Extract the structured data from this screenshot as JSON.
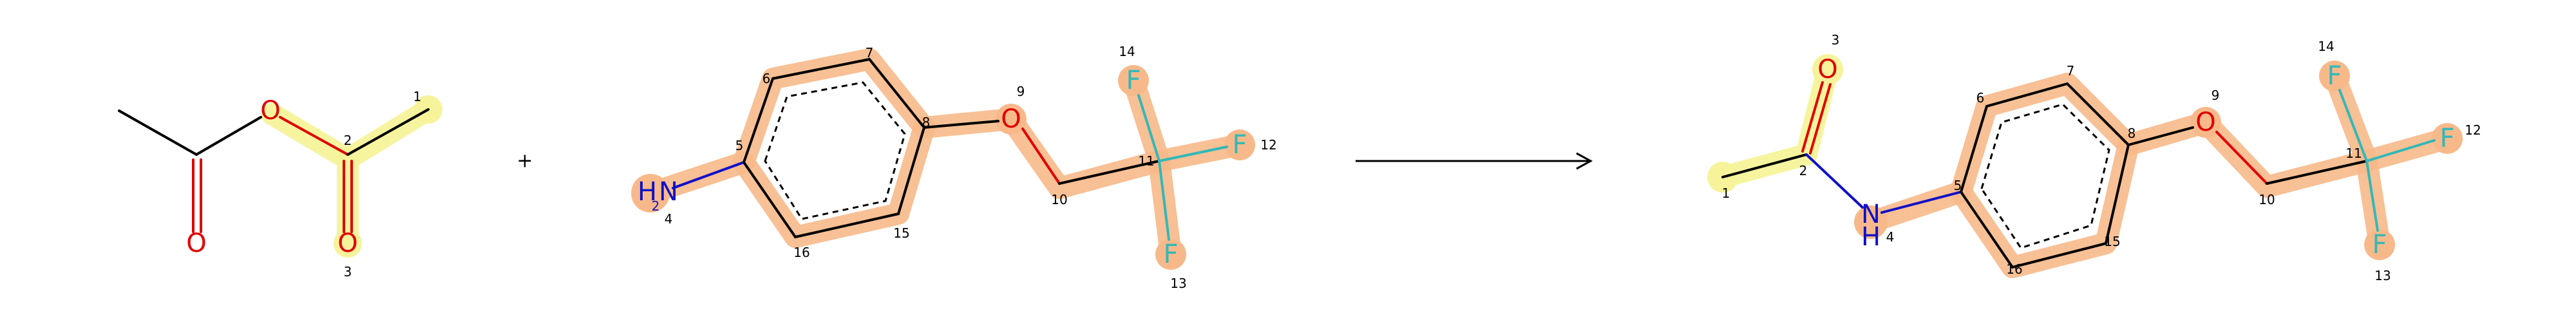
{
  "atoms": {
    "O": "O",
    "F": "F",
    "H": "H",
    "N": "N",
    "H2N_sub": "2"
  },
  "reactant1": {
    "indices": {
      "c1": "1",
      "c2": "2",
      "o3": "3"
    }
  },
  "plus_sign": "+",
  "reactant2": {
    "indices": {
      "n4": "4",
      "c5": "5",
      "c6": "6",
      "c7": "7",
      "c8": "8",
      "o9": "9",
      "c10": "10",
      "c11": "11",
      "f12": "12",
      "f13": "13",
      "f14": "14",
      "c15": "15",
      "c16": "16"
    }
  },
  "product": {
    "indices": {
      "c1": "1",
      "c2": "2",
      "o3": "3",
      "n4": "4",
      "c5": "5",
      "c6": "6",
      "c7": "7",
      "c8": "8",
      "o9": "9",
      "c10": "10",
      "c11": "11",
      "f12": "12",
      "f13": "13",
      "f14": "14",
      "c15": "15",
      "c16": "16"
    }
  },
  "highlight_colors": {
    "orange": "#f7b98a",
    "yellow": "#f6f39a"
  },
  "atom_colors": {
    "O": "#e00000",
    "N": "#1010c8",
    "F": "#33b8b8"
  }
}
